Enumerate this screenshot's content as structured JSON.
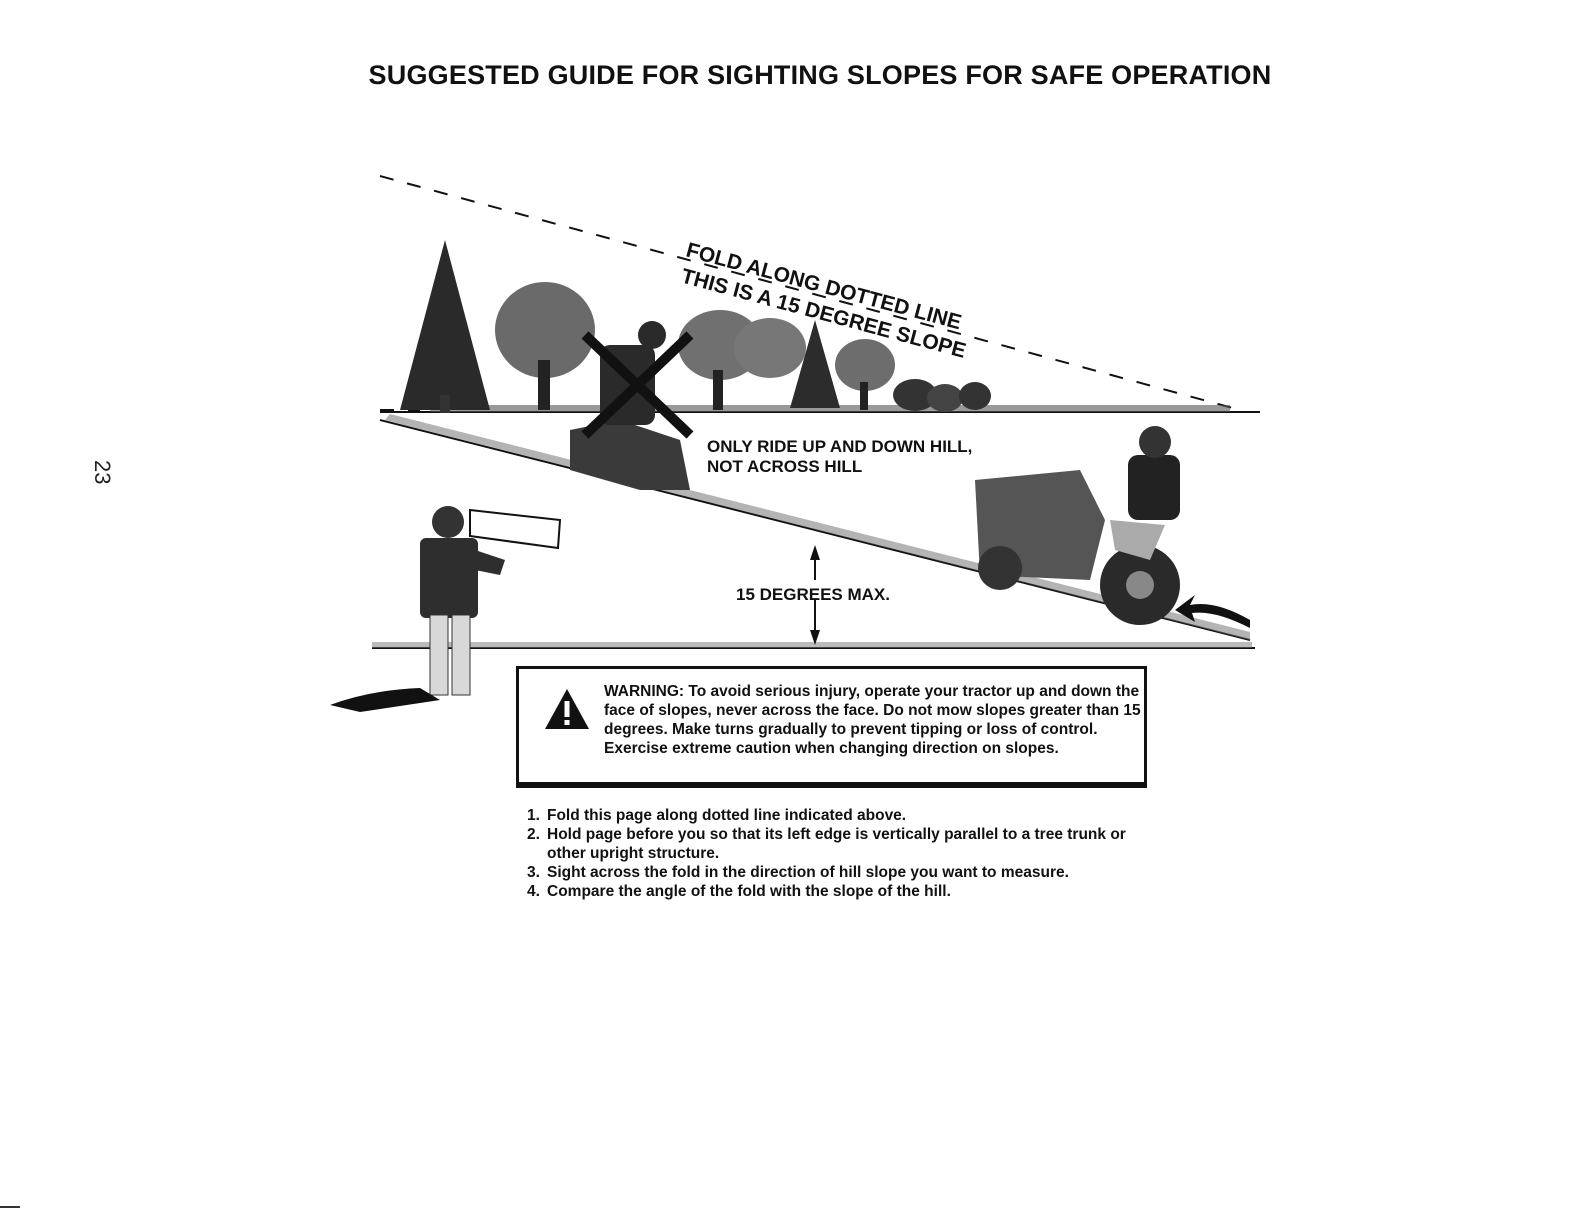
{
  "title": "SUGGESTED GUIDE FOR SIGHTING SLOPES FOR SAFE OPERATION",
  "page_number": "23",
  "diagram": {
    "fold_label": "FOLD ALONG DOTTED LINE",
    "slope_label": "THIS IS A 15 DEGREE SLOPE",
    "ride_label_line1": "ONLY RIDE UP AND DOWN HILL,",
    "ride_label_line2": "NOT ACROSS HILL",
    "angle_label": "15 DEGREES MAX."
  },
  "warning": {
    "icon": "warning-triangle-icon",
    "text": "WARNING: To avoid serious injury, operate your tractor up and down the face of slopes, never across the face. Do not mow slopes greater than 15 degrees. Make turns gradually to prevent tipping or loss of control. Exercise extreme caution when changing direction on slopes."
  },
  "instructions": [
    {
      "num": "1.",
      "text": "Fold this page along dotted line indicated above."
    },
    {
      "num": "2.",
      "text": "Hold page before you so that its left edge is vertically parallel to a tree trunk or other upright structure."
    },
    {
      "num": "3.",
      "text": "Sight across the fold in the direction of hill slope you want to measure."
    },
    {
      "num": "4.",
      "text": "Compare the angle of the fold with the slope of the hill."
    }
  ]
}
